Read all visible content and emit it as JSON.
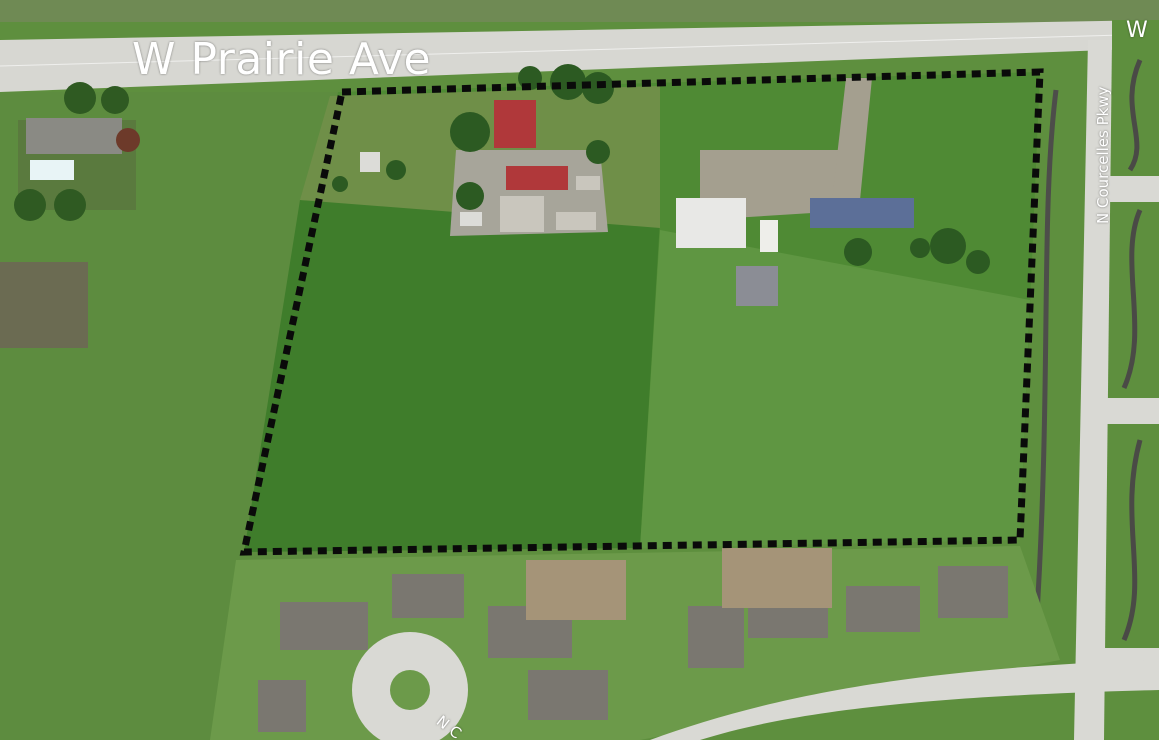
{
  "map": {
    "labels": {
      "main_road": "W Prairie Ave",
      "main_road_continued": "W",
      "side_road": "N Courcelles Pkwy",
      "cul_de_sac_partial": "N C"
    },
    "colors": {
      "field_dark": "#3f7a2e",
      "field_mid": "#5c8f3c",
      "field_light": "#7aa24d",
      "road": "#d9d9d4",
      "boundary": "#0a0a0a",
      "roof_red": "#b0383a",
      "roof_gray": "#7d7b74",
      "roof_blue": "#5c6f98"
    }
  }
}
